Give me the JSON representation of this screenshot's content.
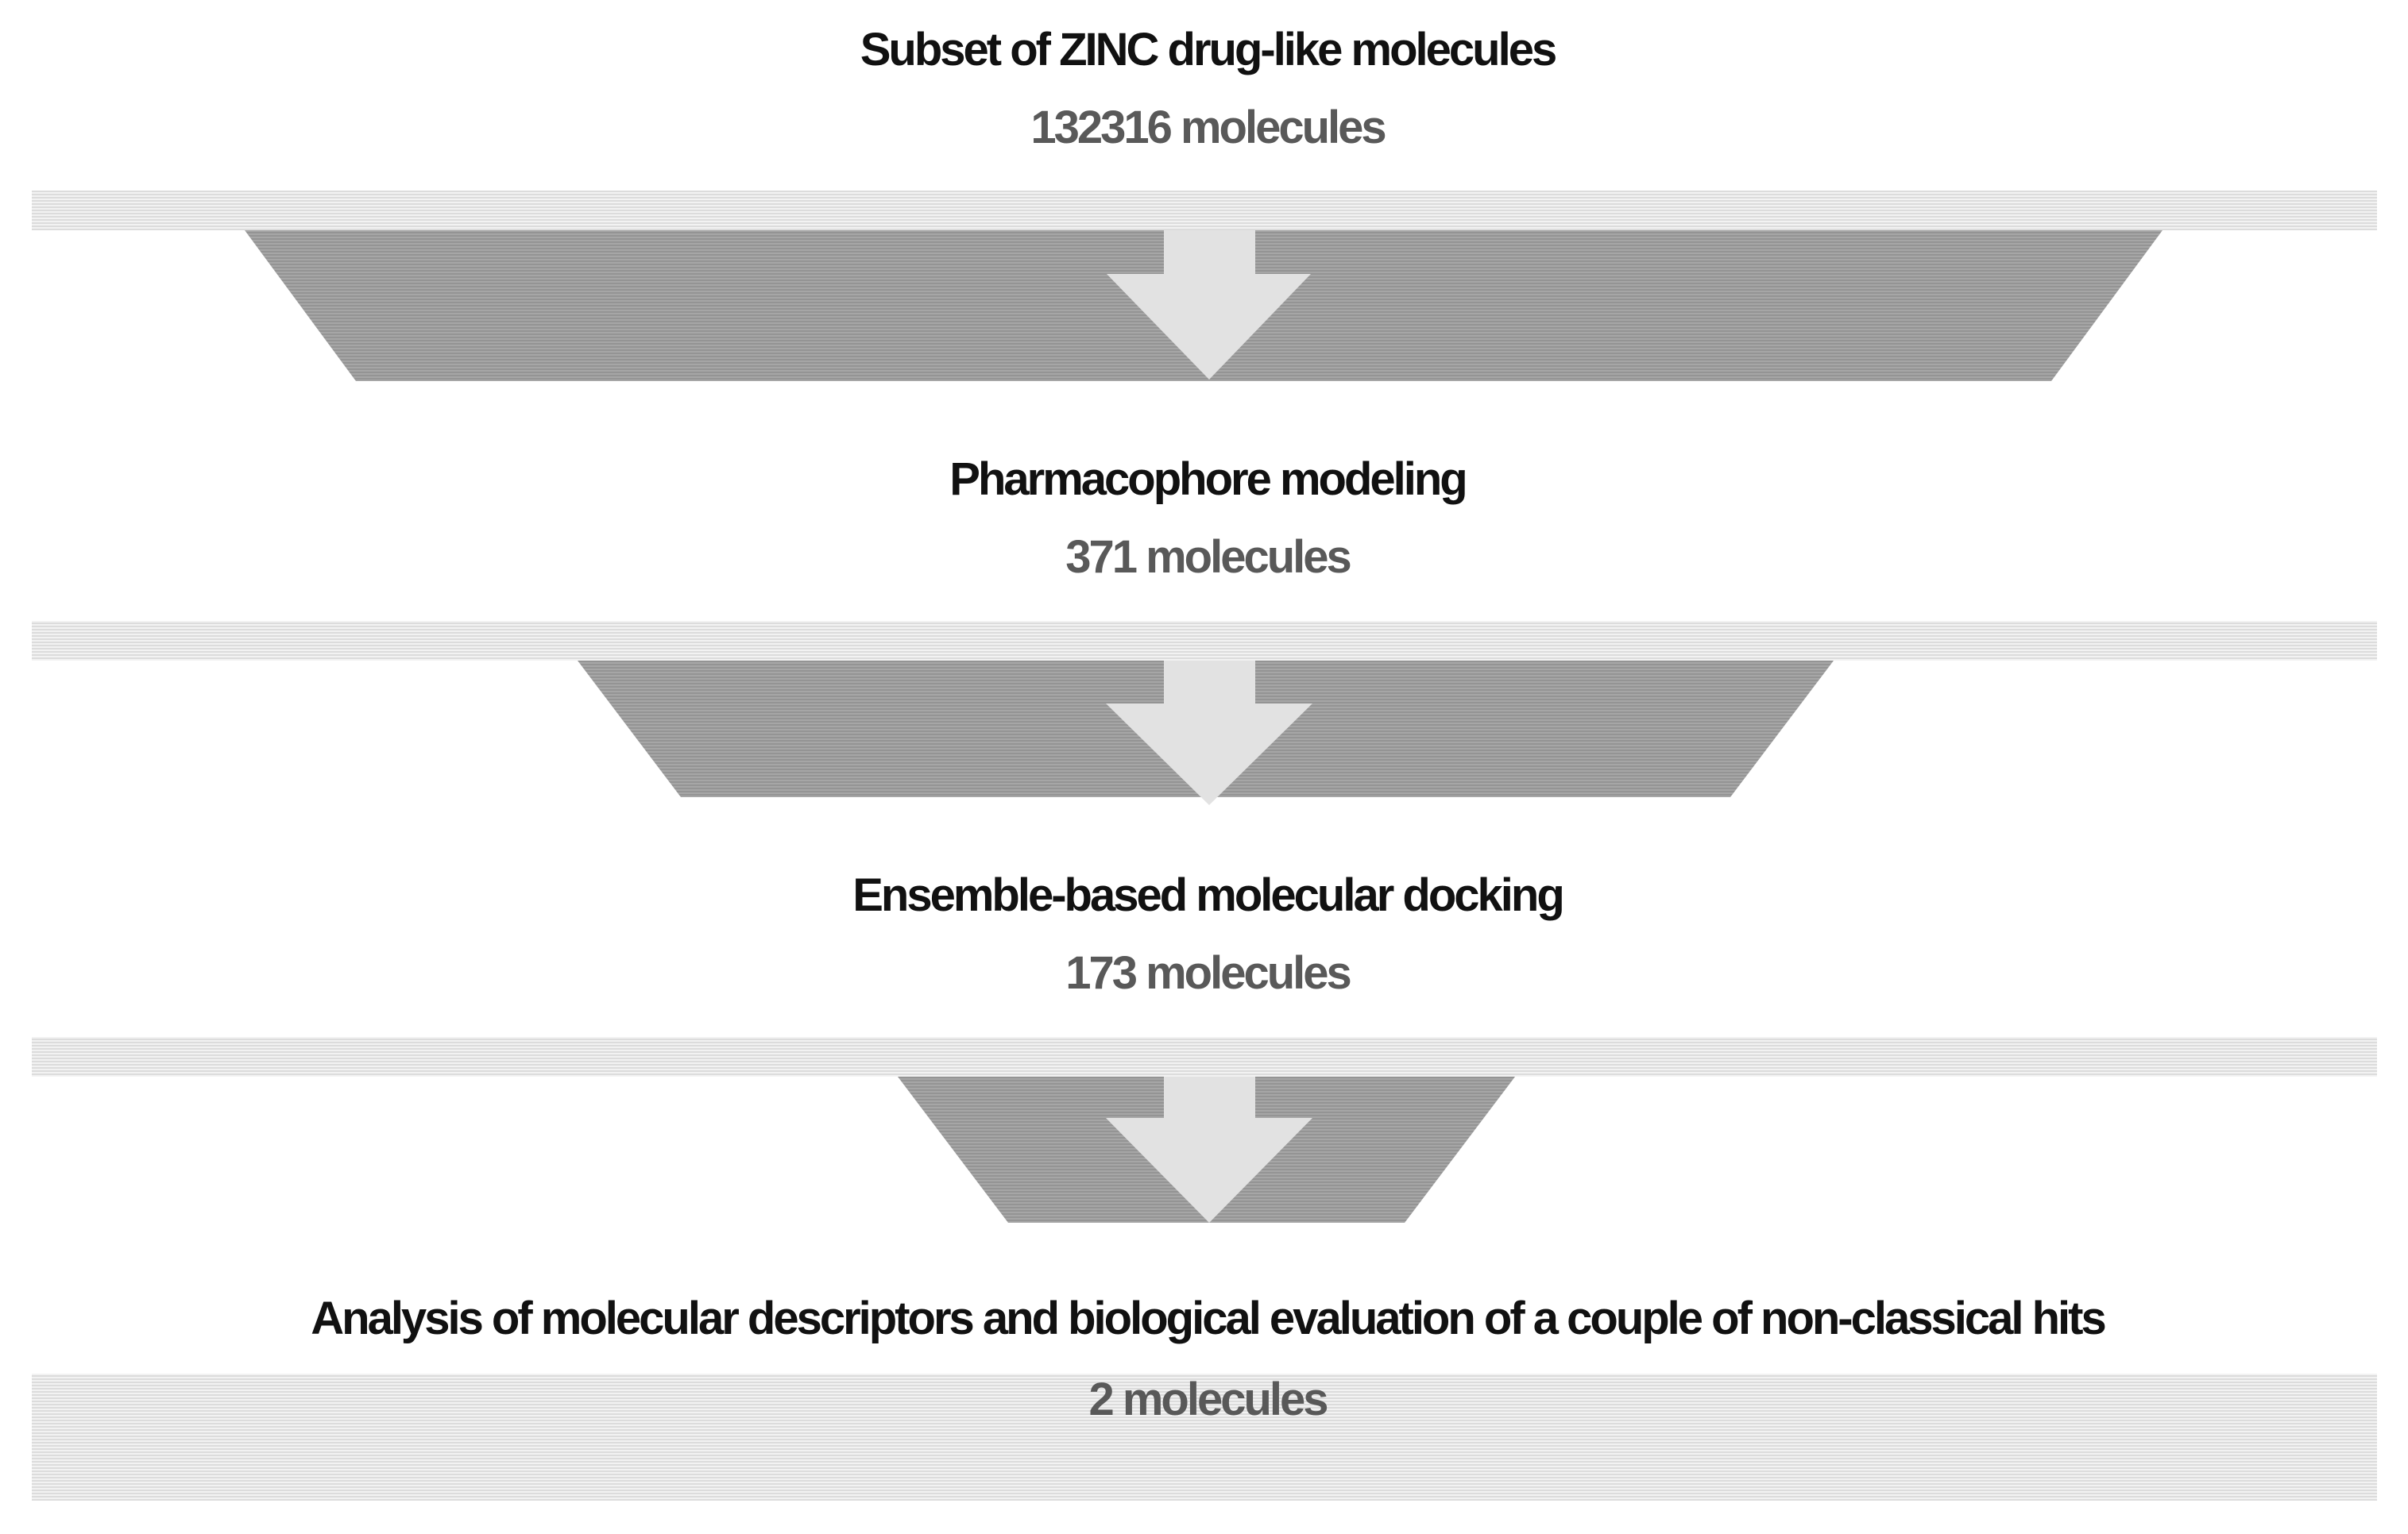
{
  "stages": [
    {
      "title": "Subset of ZINC drug-like molecules",
      "count": "132316 molecules"
    },
    {
      "title": "Pharmacophore modeling",
      "count": "371 molecules"
    },
    {
      "title": "Ensemble-based molecular docking",
      "count": "173 molecules"
    },
    {
      "title": "Analysis of molecular descriptors and biological evaluation of a couple of non-classical hits",
      "count": "2 molecules"
    }
  ],
  "colors": {
    "funnel": "#9c9c9c",
    "arrow": "#e2e2e2",
    "band": "#d9d9d9",
    "title_text": "#111111",
    "count_text": "#595959"
  },
  "icons": [
    "down-arrow-icon"
  ]
}
